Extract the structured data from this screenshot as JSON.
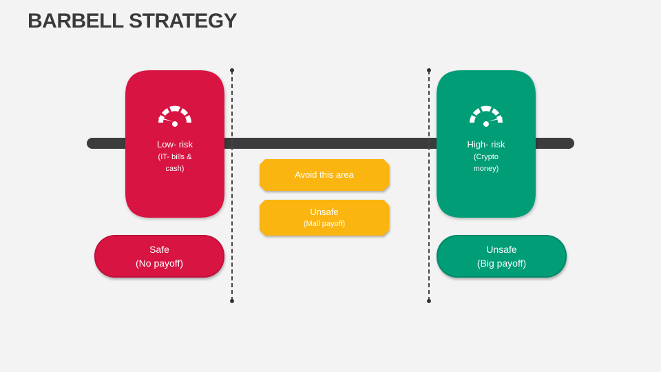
{
  "title": "BARBELL STRATEGY",
  "colors": {
    "red": "#d81442",
    "green": "#009d77",
    "amber": "#fbb511",
    "bar": "#3c3c3c"
  },
  "left_weight": {
    "main": "Low- risk",
    "sub_lines": [
      "(IT- bills &",
      "cash)"
    ],
    "icon": "speedometer-low-icon"
  },
  "right_weight": {
    "main": "High- risk",
    "sub_lines": [
      "(Crypto",
      "money)"
    ],
    "icon": "speedometer-high-icon"
  },
  "left_pill": {
    "line1": "Safe",
    "line2": "(No payoff)"
  },
  "right_pill": {
    "line1": "Unsafe",
    "line2": "(Big payoff)"
  },
  "middle_tags": [
    {
      "main": "Avoid this area",
      "sub": ""
    },
    {
      "main": "Unsafe",
      "sub": "(Mall payoff)"
    }
  ]
}
